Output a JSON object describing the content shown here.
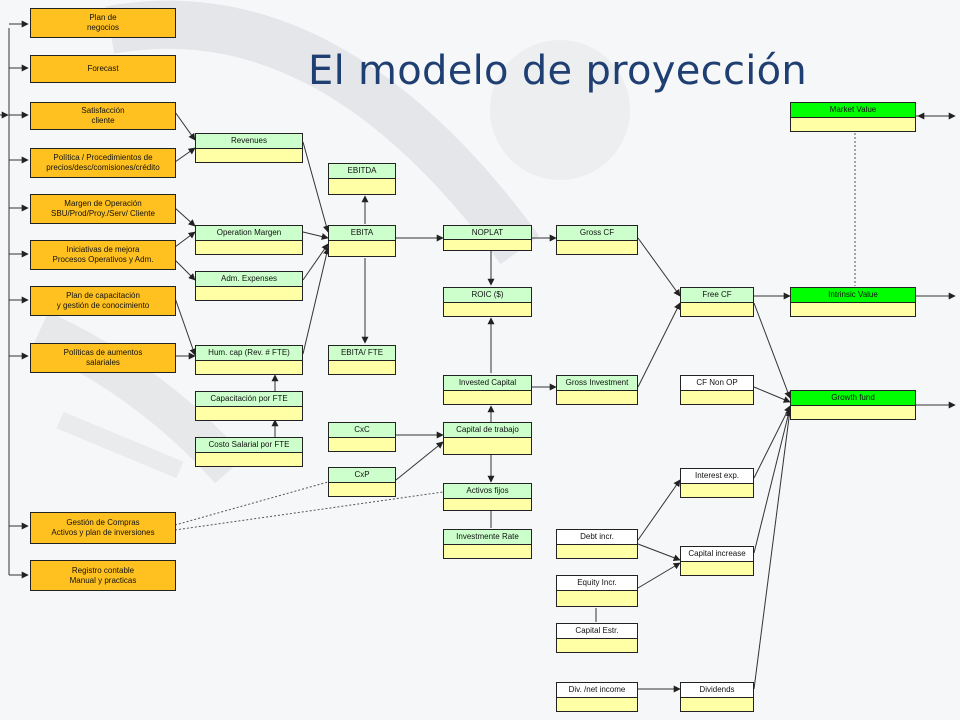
{
  "title": "El modelo de proyección",
  "boxes": {
    "plan_negocios": [
      "Plan de",
      "negocios"
    ],
    "forecast": [
      "Forecast"
    ],
    "satisfaccion": [
      "Satisfacción",
      "cliente"
    ],
    "politica": [
      "Política / Procedimientos de",
      "precios/desc/comisiones/crédito"
    ],
    "margen": [
      "Margen de Operación",
      "SBU/Prod/Proy./Serv/ Cliente"
    ],
    "iniciativas": [
      "Iniciativas de mejora",
      "Procesos Operativos y Adm."
    ],
    "plan_capacitacion": [
      "Plan de capacitación",
      "y gestión de conocimiento"
    ],
    "politicas_aumentos": [
      "Políticas de aumentos",
      "salariales"
    ],
    "gestion_compras": [
      "Gestión de Compras",
      "Activos y plan de inversiones"
    ],
    "registro_contable": [
      "Registro contable",
      "Manual y practicas"
    ],
    "revenues": "Revenues",
    "operation_margen": "Operation Margen",
    "adm_expenses": "Adm. Expenses",
    "hum_cap": "Hum. cap (Rev. # FTE)",
    "capacitacion_fte": "Capacitación por FTE",
    "costo_salarial": "Costo Salarial por FTE",
    "ebitda": "EBITDA",
    "ebita": "EBITA",
    "ebita_fte": "EBITA/ FTE",
    "cxc": "CxC",
    "cxp": "CxP",
    "noplat": "NOPLAT",
    "roic": "ROIC ($)",
    "invested_capital": "Invested Capital",
    "capital_trabajo": "Capital de trabajo",
    "activos_fijos": "Activos fijos",
    "investment_rate": "Investmente Rate",
    "gross_cf": "Gross CF",
    "gross_investment": "Gross Investment",
    "debt_incr": "Debt incr.",
    "equity_incr": "Equity Incr.",
    "capital_estr": "Capital Estr.",
    "div_net_income": "Div. /net income",
    "free_cf": "Free CF",
    "cf_non_op": "CF Non OP",
    "interest_exp": "Interest exp.",
    "capital_increase": "Capital increase",
    "dividends": "Dividends",
    "market_value": "Market Value",
    "intrinsic_value": "Intrinsic Value",
    "growth_fund": "Growth fund"
  },
  "colors": {
    "title": "#1f3f73",
    "orange": "#fec11f",
    "yellow": "#ffffa6",
    "mint": "#ccffcc",
    "lime": "#00ff00",
    "line": "#333333"
  }
}
